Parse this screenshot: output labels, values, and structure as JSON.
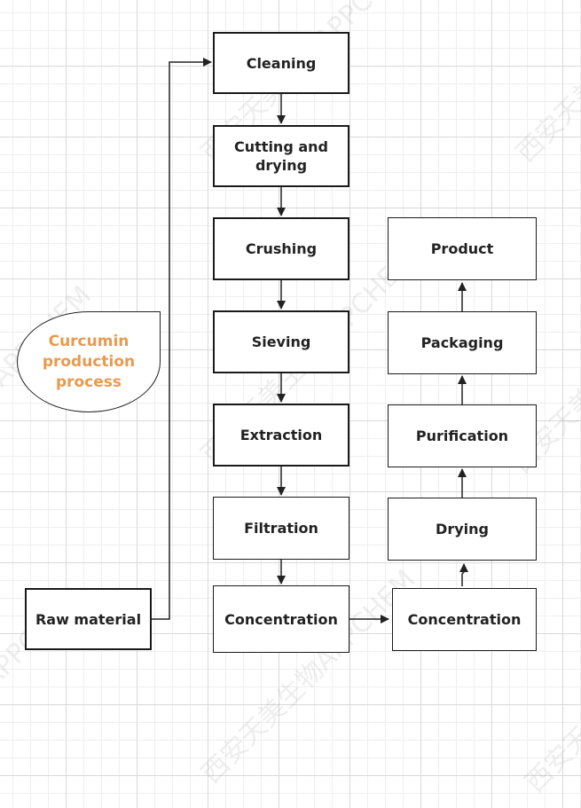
{
  "title": "Curcumin production process",
  "watermark": "西安天美生物APPCHEM",
  "steps": {
    "cleaning": "Cleaning",
    "cutting": "Cutting and drying",
    "crushing": "Crushing",
    "sieving": "Sieving",
    "extraction": "Extraction",
    "filtration": "Filtration",
    "concentration1": "Concentration",
    "concentration2": "Concentration",
    "drying": "Drying",
    "purification": "Purification",
    "packaging": "Packaging",
    "product": "Product",
    "raw": "Raw material"
  },
  "colors": {
    "title": "#e89a4e",
    "line": "#222222",
    "grid": "#d9d9d9"
  }
}
